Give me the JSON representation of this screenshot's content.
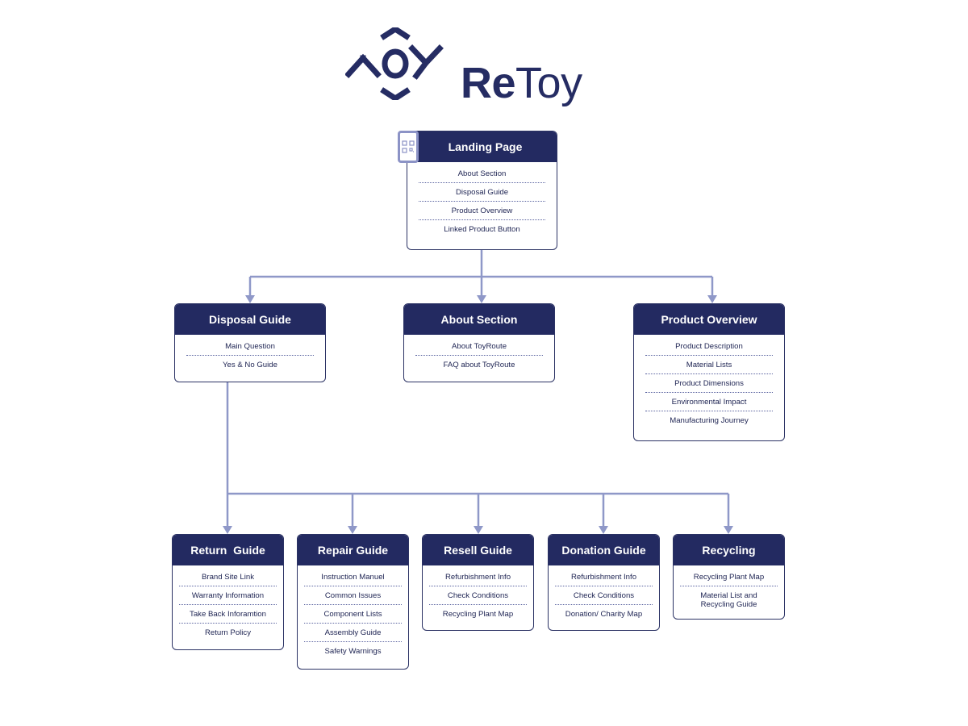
{
  "brand": {
    "logo_mark_text": "TOY",
    "name_bold": "Re",
    "name_light": "Toy"
  },
  "colors": {
    "primary": "#232a61",
    "connector": "#8f98c8",
    "border": "#2b3264"
  },
  "nodes": {
    "landing": {
      "title": "Landing Page",
      "items": [
        "About Section",
        "Disposal Guide",
        "Product Overview",
        "Linked Product Button"
      ]
    },
    "disposal": {
      "title": "Disposal Guide",
      "items": [
        "Main Question",
        "Yes & No Guide"
      ]
    },
    "about": {
      "title": "About Section",
      "items": [
        "About ToyRoute",
        "FAQ about ToyRoute"
      ]
    },
    "product": {
      "title": "Product Overview",
      "items": [
        "Product Description",
        "Material Lists",
        "Product Dimensions",
        "Environmental Impact",
        "Manufacturing Journey"
      ]
    },
    "return": {
      "title": "Return  Guide",
      "items": [
        "Brand Site Link",
        "Warranty Information",
        "Take Back Inforamtion",
        "Return Policy"
      ]
    },
    "repair": {
      "title": "Repair Guide",
      "items": [
        "Instruction Manuel",
        "Common Issues",
        "Component Lists",
        "Assembly Guide",
        "Safety Warnings"
      ]
    },
    "resell": {
      "title": "Resell Guide",
      "items": [
        "Refurbishment Info",
        "Check Conditions",
        "Recycling Plant Map"
      ]
    },
    "donation": {
      "title": "Donation Guide",
      "items": [
        "Refurbishment Info",
        "Check Conditions",
        "Donation/ Charity Map"
      ]
    },
    "recycling": {
      "title": "Recycling",
      "items": [
        "Recycling Plant Map",
        "Material List and Recycling Guide"
      ]
    }
  }
}
